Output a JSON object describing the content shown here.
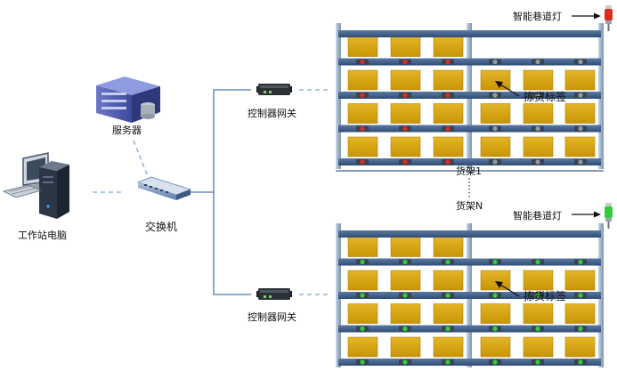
{
  "labels": {
    "workstation": "工作站电脑",
    "server": "服务器",
    "switch": "交换机",
    "gateway_top": "控制器网关",
    "gateway_bottom": "控制器网关",
    "lane_light_top": "智能巷道灯",
    "lane_light_bottom": "智能巷道灯",
    "pick_tag_top": "拣货标签",
    "pick_tag_bottom": "拣货标签",
    "rack_1": "货架1",
    "rack_n": "货架N"
  },
  "colors": {
    "rack_frame": "#3f5e86",
    "upright": "#a9bcd2",
    "box": "#d4a20d",
    "link_solid": "#4a7ab5",
    "link_dashed": "#7ea6d0",
    "tag_red": "#e02a1c",
    "tag_green": "#2fcf3b",
    "tag_grey": "#8e9aa5",
    "light_red": "#e02a1c",
    "light_green": "#2fcf3b"
  },
  "icons": [
    "monitor-icon",
    "keyboard-icon",
    "pc-tower-icon",
    "server-icon",
    "switch-icon",
    "gateway-icon",
    "lane-light-icon",
    "arrow-icon"
  ],
  "rack_top": {
    "left_tag_state": "red",
    "right_tag_state": "grey",
    "light_state": "red"
  },
  "rack_bottom": {
    "left_tag_state": "green",
    "right_tag_state": "green",
    "light_state": "green"
  }
}
